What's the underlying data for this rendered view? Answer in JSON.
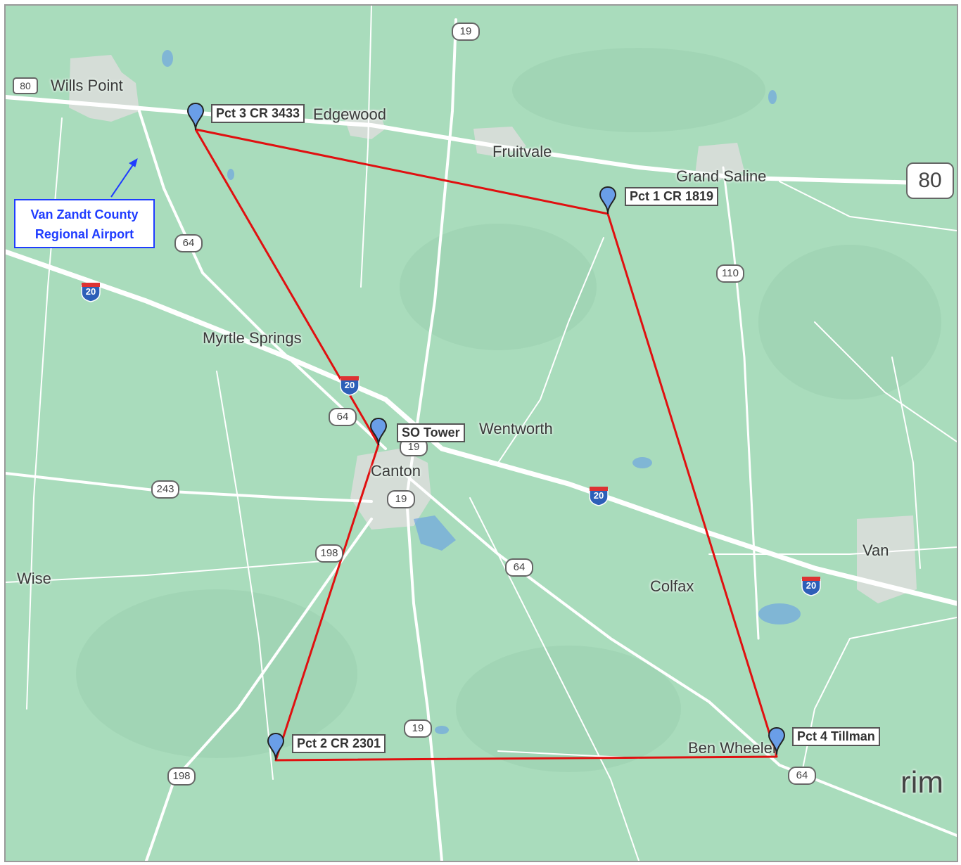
{
  "places": {
    "wills_point": "Wills Point",
    "edgewood": "Edgewood",
    "fruitvale": "Fruitvale",
    "grand_saline": "Grand Saline",
    "myrtle_springs": "Myrtle Springs",
    "wentworth": "Wentworth",
    "canton": "Canton",
    "wise": "Wise",
    "colfax": "Colfax",
    "van": "Van",
    "ben_wheeler": "Ben Wheeler",
    "rim": "rim"
  },
  "sites": {
    "pct3": "Pct 3 CR 3433",
    "pct1": "Pct 1 CR 1819",
    "so_tower": "SO Tower",
    "pct2": "Pct 2 CR 2301",
    "pct4": "Pct 4 Tillman"
  },
  "callout": {
    "line1": "Van Zandt County",
    "line2": "Regional Airport"
  },
  "shields": {
    "s19_top": "19",
    "s80_left": "80",
    "s80_right": "80",
    "s64_a": "64",
    "s64_b": "64",
    "s64_c": "64",
    "s64_d": "64",
    "s110": "110",
    "s19_canton_a": "19",
    "s19_canton_b": "19",
    "s19_south": "19",
    "s243": "243",
    "s198_a": "198",
    "s198_b": "198"
  },
  "interstates": {
    "i20_a": "20",
    "i20_b": "20",
    "i20_c": "20",
    "i20_d": "20"
  },
  "colors": {
    "land": "#a9dcbc",
    "road": "#ffffff",
    "boundary": "#e01010",
    "pin": "#6a9ee8",
    "callout": "#1f3cff",
    "town": "#d9ddd9",
    "water": "#6fa5e0"
  }
}
